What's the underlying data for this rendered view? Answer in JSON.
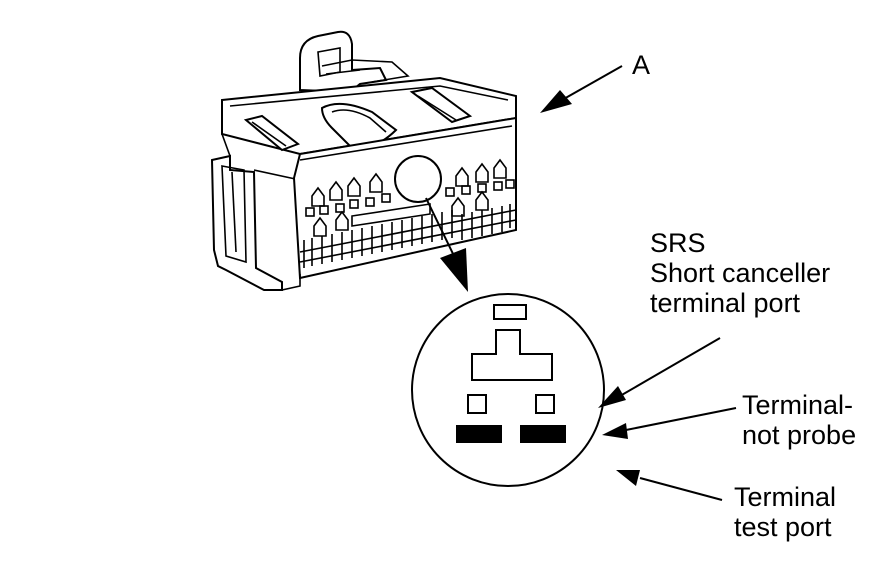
{
  "labels": {
    "a": "A",
    "srs_line1": "SRS",
    "srs_line2": "Short canceller",
    "srs_line3": "terminal port",
    "not_probe_line1": "Terminal-",
    "not_probe_line2": "not probe",
    "test_port_line1": "Terminal",
    "test_port_line2": "test port"
  },
  "colors": {
    "ink": "#000000",
    "paper": "#ffffff"
  }
}
